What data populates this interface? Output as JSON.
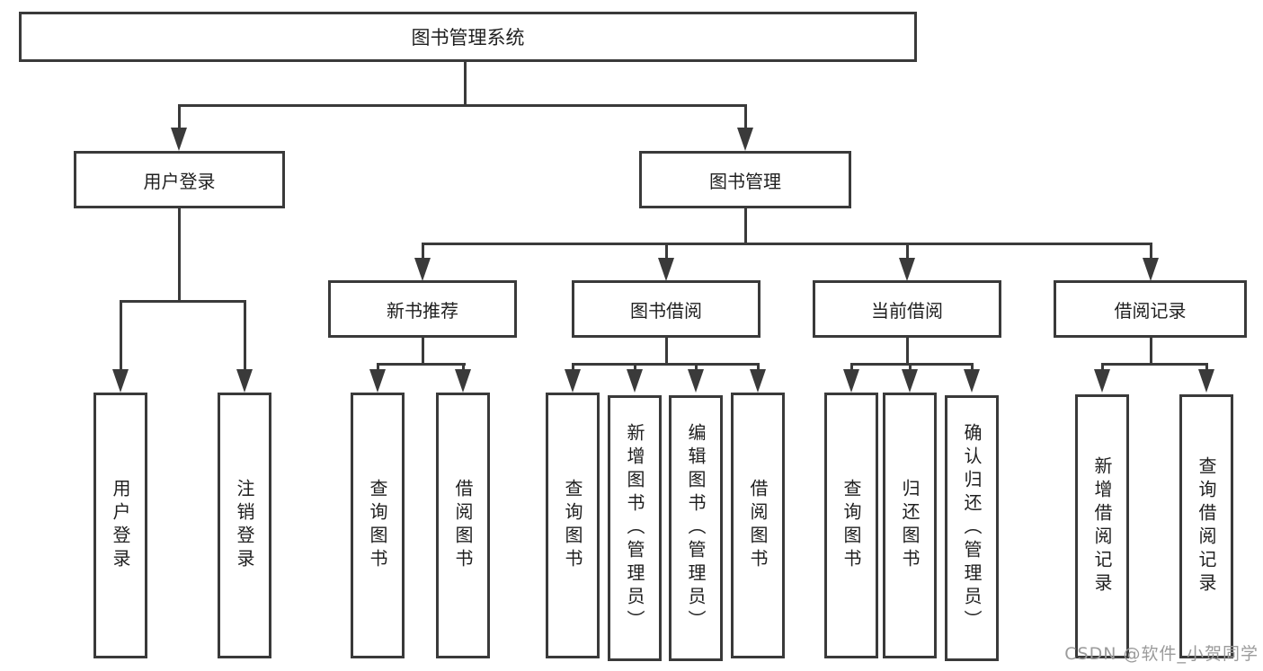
{
  "diagram": {
    "root": {
      "label": "图书管理系统"
    },
    "level2": [
      {
        "id": "user-login",
        "label": "用户登录"
      },
      {
        "id": "book-management",
        "label": "图书管理"
      }
    ],
    "level3": [
      {
        "id": "new-book-recommend",
        "label": "新书推荐",
        "parent": "图书管理"
      },
      {
        "id": "book-borrow",
        "label": "图书借阅",
        "parent": "图书管理"
      },
      {
        "id": "current-borrow",
        "label": "当前借阅",
        "parent": "图书管理"
      },
      {
        "id": "borrow-records",
        "label": "借阅记录",
        "parent": "图书管理"
      }
    ],
    "leaves": [
      {
        "label": "用户登录",
        "parent": "用户登录"
      },
      {
        "label": "注销登录",
        "parent": "用户登录"
      },
      {
        "label": "查询图书",
        "parent": "新书推荐"
      },
      {
        "label": "借阅图书",
        "parent": "新书推荐"
      },
      {
        "label": "查询图书",
        "parent": "图书借阅"
      },
      {
        "label": "新增图书（管理员）",
        "parent": "图书借阅"
      },
      {
        "label": "编辑图书（管理员）",
        "parent": "图书借阅"
      },
      {
        "label": "借阅图书",
        "parent": "图书借阅"
      },
      {
        "label": "查询图书",
        "parent": "当前借阅"
      },
      {
        "label": "归还图书",
        "parent": "当前借阅"
      },
      {
        "label": "确认归还（管理员）",
        "parent": "当前借阅"
      },
      {
        "label": "新增借阅记录",
        "parent": "借阅记录"
      },
      {
        "label": "查询借阅记录",
        "parent": "借阅记录"
      }
    ],
    "watermark": "CSDN @软件_小贺同学",
    "colors": {
      "line": "#3a3a3a",
      "text": "#1f1f1f",
      "background": "#ffffff",
      "watermark": "#9b9b9b"
    }
  }
}
